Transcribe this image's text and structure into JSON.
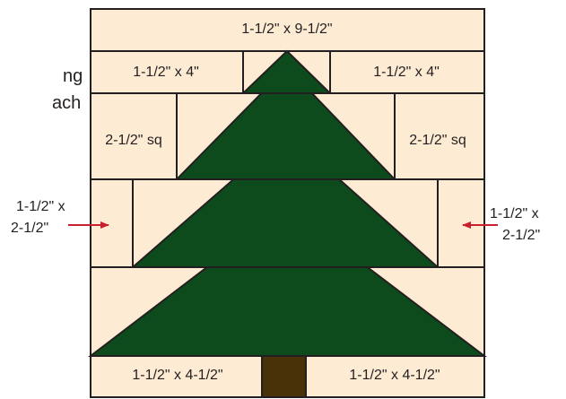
{
  "labels": {
    "top_strip": "1-1/2\" x 9-1/2\"",
    "row2_left": "1-1/2\" x 4\"",
    "row2_right": "1-1/2\" x 4\"",
    "row3_left": "2-1/2\"  sq",
    "row3_right": "2-1/2\"  sq",
    "side_left_line1": "1-1/2\"  x",
    "side_left_line2": "2-1/2\"",
    "side_right_line1": "1-1/2\"  x",
    "side_right_line2": "2-1/2\"",
    "bottom_left": "1-1/2\" x 4-1/2\"",
    "bottom_right": "1-1/2\" x 4-1/2\"",
    "cut_text_line1": "ng",
    "cut_text_line2": "ach"
  },
  "colors": {
    "background_fabric": "#fdebd3",
    "tree": "#0d4a1c",
    "trunk": "#4a3208",
    "outline": "#231f20",
    "arrow": "#c8202f"
  }
}
